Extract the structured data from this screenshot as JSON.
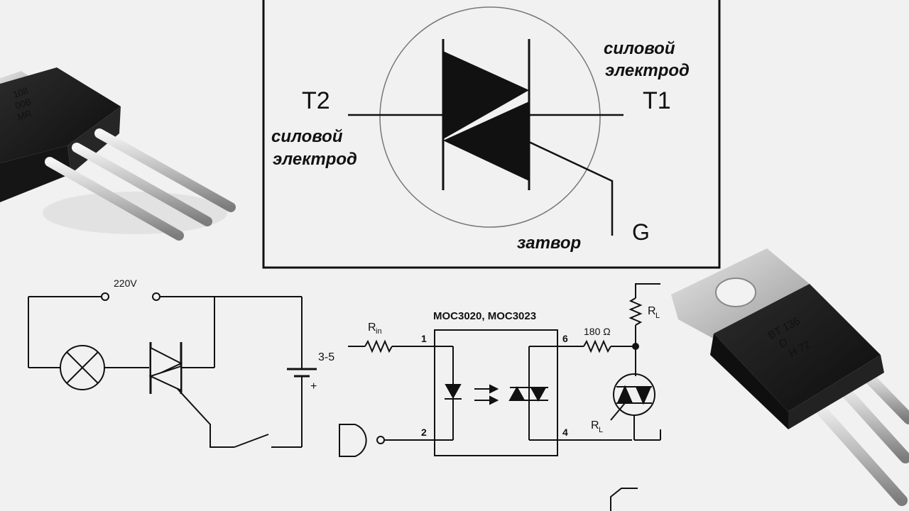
{
  "symbol": {
    "t2": "T2",
    "t1": "T1",
    "g": "G",
    "power_electrode_right": [
      "силовой",
      "электрод"
    ],
    "power_electrode_left": [
      "силовой",
      "электрод"
    ],
    "gate_label": "затвор"
  },
  "circuit1": {
    "voltage_label": "220V",
    "battery_voltage": "3-5",
    "battery_plus": "+"
  },
  "circuit2": {
    "chip_title": "MOC3020, MOC3023",
    "rin_main": "R",
    "rin_sub": "in",
    "pin1": "1",
    "pin2": "2",
    "pin4": "4",
    "pin6": "6",
    "r180": "180 Ω",
    "rl_main": "R",
    "rl_sub": "L"
  },
  "photos": {
    "left_marking": [
      "108",
      "00B",
      "MR"
    ],
    "right_marking": [
      "BT 136",
      "D",
      "H 72"
    ]
  },
  "colors": {
    "background": "#f1f1f1",
    "ink": "#111111",
    "body_black": "#1a1a1a",
    "metal": "#c8c8c8"
  }
}
